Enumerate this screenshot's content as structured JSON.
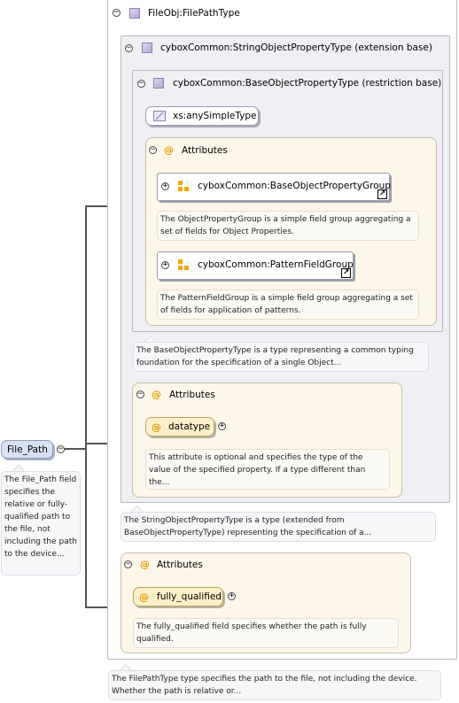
{
  "root": {
    "type_label": "FileObj:FilePathType",
    "doc": "The FilePathType type specifies the path to the file, not including the device. Whether the path is relative or..."
  },
  "extension": {
    "label": "cyboxCommon:StringObjectPropertyType (extension base)",
    "doc": "The StringObjectPropertyType is a type (extended from BaseObjectPropertyType) representing the specification of a..."
  },
  "restriction": {
    "label": "cyboxCommon:BaseObjectPropertyType (restriction base)",
    "doc": "The BaseObjectPropertyType is a type representing a common typing foundation for the specification of a single Object...",
    "simple_type": "xs:anySimpleType",
    "attributes_label": "Attributes",
    "groups": [
      {
        "label": "cyboxCommon:BaseObjectPropertyGroup",
        "doc": "The ObjectPropertyGroup is a simple field group aggregating a set of fields for Object Properties."
      },
      {
        "label": "cyboxCommon:PatternFieldGroup",
        "doc": "The PatternFieldGroup is a simple field group aggregating a set of fields for application of patterns."
      }
    ]
  },
  "ext_attributes": {
    "label": "Attributes",
    "attr_name": "datatype",
    "attr_doc": "This attribute is optional and specifies the type of the value of the specified property. If a type different than the..."
  },
  "root_attributes": {
    "label": "Attributes",
    "attr_name": "fully_qualified",
    "attr_doc": "The fully_qualified field specifies whether the path is fully qualified."
  },
  "element": {
    "name": "File_Path",
    "doc": "The File_Path field specifies the relative or fully-qualified path to the file, not including the path to the device..."
  },
  "icons": {
    "expand": "+",
    "collapse": "−",
    "link": "↗",
    "attribute": "@"
  },
  "colors": {
    "frame_border": "#b9b9c6",
    "frame_fill": "#f0f0f4",
    "attribute_fill": "#fdf7e9",
    "attribute_pill": "#fdefc9",
    "group_icon": "#f2a800",
    "element_pill": "#d6e2f4"
  }
}
